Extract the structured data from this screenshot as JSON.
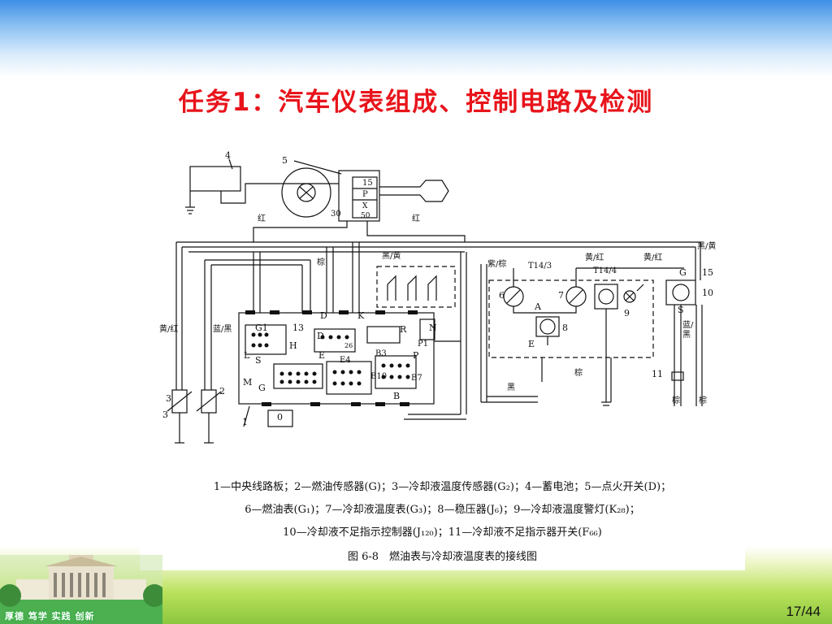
{
  "slide": {
    "title": "任务1：汽车仪表组成、控制电路及检测",
    "page_number": "17/44",
    "logo_text": "厚德 笃学 实践 创新"
  },
  "figure": {
    "labels": {
      "n1": "1",
      "n2": "2",
      "n3": "3",
      "n3b": "3",
      "n4": "4",
      "n5": "5",
      "n6": "6",
      "n7": "7",
      "n8": "8",
      "n9": "9",
      "n10": "10",
      "n11": "11",
      "n15": "15",
      "n13": "13",
      "n0": "0",
      "n26": "26",
      "k15": "15",
      "kP": "P",
      "kX": "X",
      "k30": "30",
      "k50": "50",
      "red1": "红",
      "red2": "红",
      "brown1": "棕",
      "brown2": "棕",
      "brown3": "棕",
      "brown4": "棕",
      "black_yellow1": "黑/黄",
      "black_yellow2": "黑/黄",
      "purple_brown": "紫/棕",
      "yellow_red1": "黄/红",
      "yellow_red2": "黄/红",
      "yellow_red3": "黄/红",
      "blue_black1": "蓝/黑",
      "blue_black2": "蓝/黑",
      "black": "黑",
      "T143": "T14/3",
      "T144": "T14/4",
      "G1": "G1",
      "L": "L",
      "S": "S",
      "M": "M",
      "G": "G",
      "H": "H",
      "E": "E",
      "E4": "E4",
      "D": "D",
      "D2": "D",
      "K": "K",
      "R": "R",
      "B3": "B3",
      "P1": "P1",
      "P2": "P",
      "B10": "B10",
      "B7": "B7",
      "B": "B",
      "N": "N",
      "A": "A",
      "Eb": "E",
      "Gr": "G",
      "Sr": "S"
    },
    "legend_line1": "1—中央线路板；2—燃油传感器(G)；3—冷却液温度传感器(G₂)；4—蓄电池；5—点火开关(D)；",
    "legend_line2": "6—燃油表(G₁)；7—冷却液温度表(G₃)；8—稳压器(J₆)；9—冷却液温度警灯(K₂₈)；",
    "legend_line3": "10—冷却液不足指示控制器(J₁₂₀)；11—冷却液不足指示器开关(F₆₆)",
    "caption": "图 6-8　燃油表与冷却液温度表的接线图"
  }
}
